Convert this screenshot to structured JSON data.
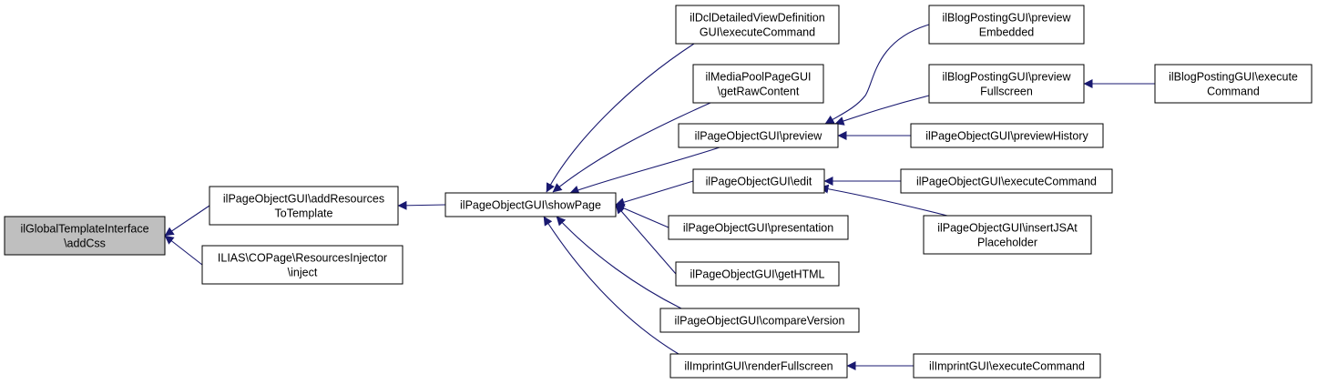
{
  "colors": {
    "edge": "#191970",
    "focus_fill": "#bfbfbf",
    "node_fill": "#ffffff",
    "node_border": "#000000"
  },
  "nodes": {
    "addcss": {
      "lines": [
        "ilGlobalTemplateInterface",
        "\\addCss"
      ]
    },
    "addresources": {
      "lines": [
        "ilPageObjectGUI\\addResources",
        "ToTemplate"
      ]
    },
    "inject": {
      "lines": [
        "ILIAS\\COPage\\ResourcesInjector",
        "\\inject"
      ]
    },
    "showpage": {
      "lines": [
        "ilPageObjectGUI\\showPage"
      ]
    },
    "dcl": {
      "lines": [
        "ilDclDetailedViewDefinition",
        "GUI\\executeCommand"
      ]
    },
    "mediapool": {
      "lines": [
        "ilMediaPoolPageGUI",
        "\\getRawContent"
      ]
    },
    "preview": {
      "lines": [
        "ilPageObjectGUI\\preview"
      ]
    },
    "edit": {
      "lines": [
        "ilPageObjectGUI\\edit"
      ]
    },
    "presentation": {
      "lines": [
        "ilPageObjectGUI\\presentation"
      ]
    },
    "gethtml": {
      "lines": [
        "ilPageObjectGUI\\getHTML"
      ]
    },
    "compare": {
      "lines": [
        "ilPageObjectGUI\\compareVersion"
      ]
    },
    "renderfull": {
      "lines": [
        "ilImprintGUI\\renderFullscreen"
      ]
    },
    "blog_embedded": {
      "lines": [
        "ilBlogPostingGUI\\preview",
        "Embedded"
      ]
    },
    "blog_fullscreen": {
      "lines": [
        "ilBlogPostingGUI\\preview",
        "Fullscreen"
      ]
    },
    "previewhistory": {
      "lines": [
        "ilPageObjectGUI\\previewHistory"
      ]
    },
    "pog_exec": {
      "lines": [
        "ilPageObjectGUI\\executeCommand"
      ]
    },
    "insertjs": {
      "lines": [
        "ilPageObjectGUI\\insertJSAt",
        "Placeholder"
      ]
    },
    "imprint_exec": {
      "lines": [
        "ilImprintGUI\\executeCommand"
      ]
    },
    "blog_exec": {
      "lines": [
        "ilBlogPostingGUI\\execute",
        "Command"
      ]
    }
  },
  "edges": [
    [
      "addresources",
      "addcss"
    ],
    [
      "inject",
      "addcss"
    ],
    [
      "showpage",
      "addresources"
    ],
    [
      "dcl",
      "showpage"
    ],
    [
      "mediapool",
      "showpage"
    ],
    [
      "preview",
      "showpage"
    ],
    [
      "edit",
      "showpage"
    ],
    [
      "presentation",
      "showpage"
    ],
    [
      "gethtml",
      "showpage"
    ],
    [
      "compare",
      "showpage"
    ],
    [
      "renderfull",
      "showpage"
    ],
    [
      "blog_embedded",
      "preview"
    ],
    [
      "blog_fullscreen",
      "preview"
    ],
    [
      "previewhistory",
      "preview"
    ],
    [
      "blog_exec",
      "blog_fullscreen"
    ],
    [
      "pog_exec",
      "edit"
    ],
    [
      "insertjs",
      "edit"
    ],
    [
      "imprint_exec",
      "renderfull"
    ]
  ]
}
